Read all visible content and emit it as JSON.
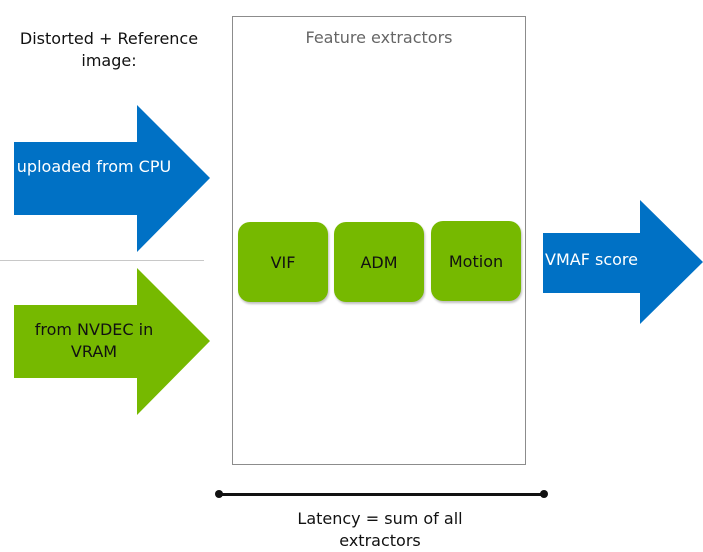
{
  "colors": {
    "nvidia_blue": "#0071c5",
    "nvidia_green": "#76b900",
    "container_border": "#8c8c8c",
    "text_dark": "#111111",
    "text_gray": "#666666"
  },
  "input_header": "Distorted + Reference image:",
  "inputs": [
    {
      "label": "uploaded from CPU",
      "color": "blue"
    },
    {
      "label": "from NVDEC in VRAM",
      "color": "green"
    }
  ],
  "container": {
    "title": "Feature extractors",
    "extractors": [
      {
        "label": "VIF"
      },
      {
        "label": "ADM"
      },
      {
        "label": "Motion"
      }
    ]
  },
  "output": {
    "label": "VMAF score",
    "color": "blue"
  },
  "latency": {
    "label": "Latency = sum of all extractors"
  }
}
